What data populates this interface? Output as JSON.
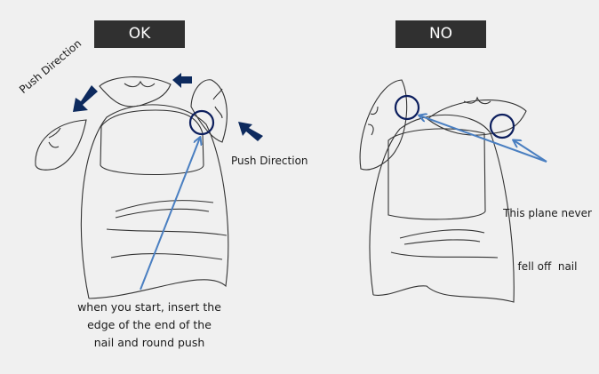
{
  "ok_panel": {
    "label": "OK",
    "push_direction_left": "Push Direction",
    "push_direction_right": "Push Direction",
    "instruction_lines": [
      "when you start, insert the",
      "edge of the end of the",
      "nail and round push"
    ]
  },
  "no_panel": {
    "label": "NO",
    "note_lines": [
      "This plane never",
      "fell off  nail"
    ]
  },
  "colors": {
    "label_bg": "#303030",
    "arrow_navy": "#0d2a5e",
    "pointer_blue": "#4a7fc1",
    "circle_navy": "#0d1f5e"
  }
}
